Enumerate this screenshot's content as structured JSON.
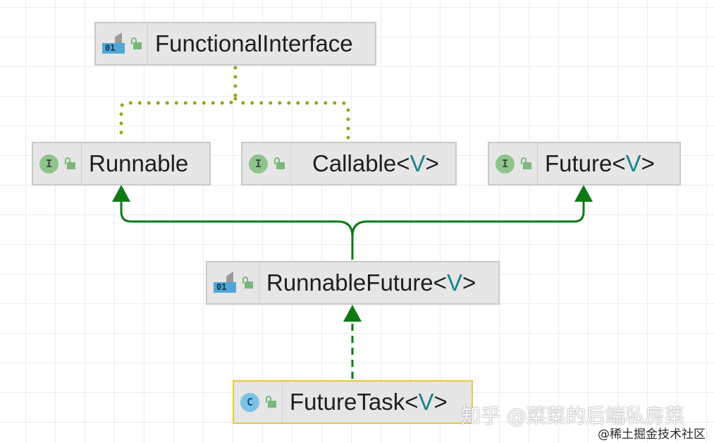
{
  "diagram": {
    "nodes": [
      {
        "id": "functional_interface",
        "name": "FunctionalInterface",
        "type_param": "",
        "kind": "annotation"
      },
      {
        "id": "runnable",
        "name": "Runnable",
        "type_param": "",
        "kind": "interface"
      },
      {
        "id": "callable",
        "name": "Callable",
        "type_param": "V",
        "kind": "interface"
      },
      {
        "id": "future",
        "name": "Future",
        "type_param": "V",
        "kind": "interface"
      },
      {
        "id": "runnable_future",
        "name": "RunnableFuture",
        "type_param": "V",
        "kind": "annotation"
      },
      {
        "id": "future_task",
        "name": "FutureTask",
        "type_param": "V",
        "kind": "class",
        "selected": true
      }
    ],
    "edges": [
      {
        "from": "runnable",
        "to": "functional_interface",
        "style": "dotted",
        "color": "#9aa21a"
      },
      {
        "from": "callable",
        "to": "functional_interface",
        "style": "dotted",
        "color": "#9aa21a"
      },
      {
        "from": "runnable_future",
        "to": "runnable",
        "style": "solid-arrow",
        "color": "#0d7a16"
      },
      {
        "from": "runnable_future",
        "to": "future",
        "style": "solid-arrow",
        "color": "#0d7a16"
      },
      {
        "from": "future_task",
        "to": "runnable_future",
        "style": "dashed-arrow",
        "color": "#0d7a16"
      }
    ],
    "icons": {
      "interface_badge": "I",
      "class_badge": "C",
      "annotation_chip": "01",
      "lock": "lock-open-icon"
    }
  },
  "watermark": {
    "main": "知乎 @菜菜的后端私房菜",
    "sub": "@稀土掘金技术社区"
  }
}
